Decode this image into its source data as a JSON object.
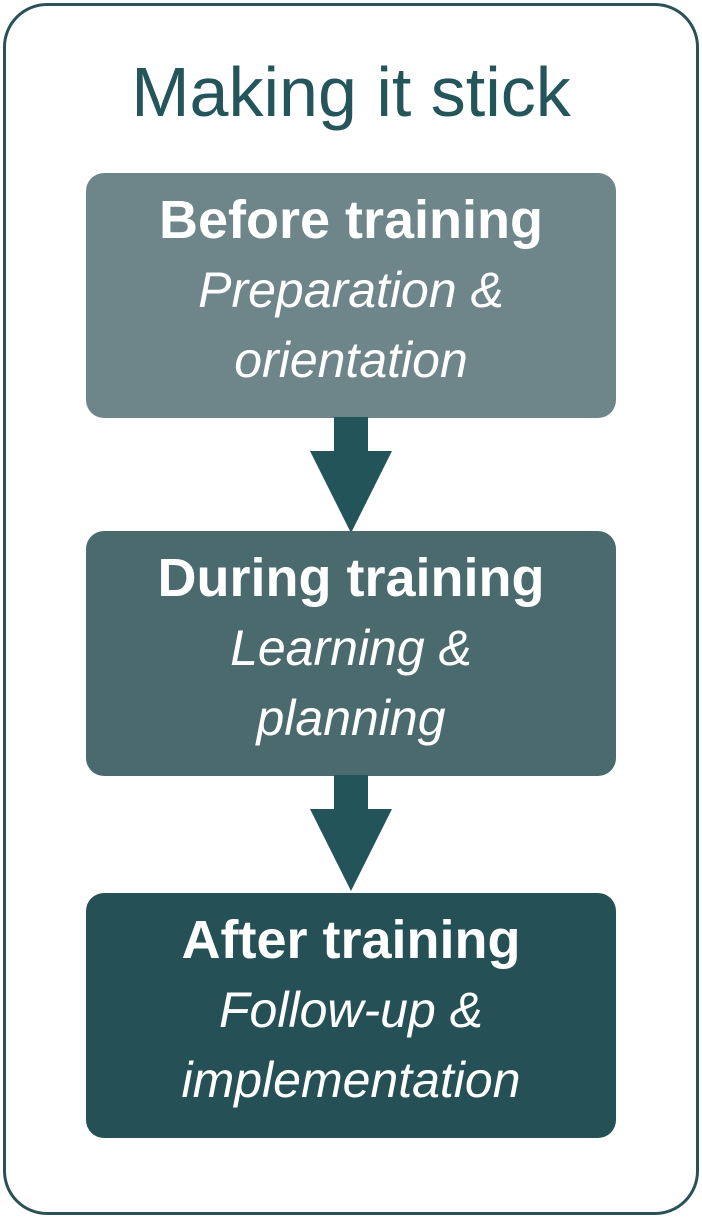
{
  "title": "Making it stick",
  "steps": [
    {
      "heading": "Before training",
      "sub": "Preparation &\norientation",
      "color": "#6e858a"
    },
    {
      "heading": "During training",
      "sub": "Learning &\nplanning",
      "color": "#4b6a6e"
    },
    {
      "heading": "After training",
      "sub": "Follow-up &\nimplementation",
      "color": "#255056"
    }
  ],
  "colors": {
    "frame": "#2a5256",
    "title": "#24555b",
    "arrow": "#22545a"
  }
}
